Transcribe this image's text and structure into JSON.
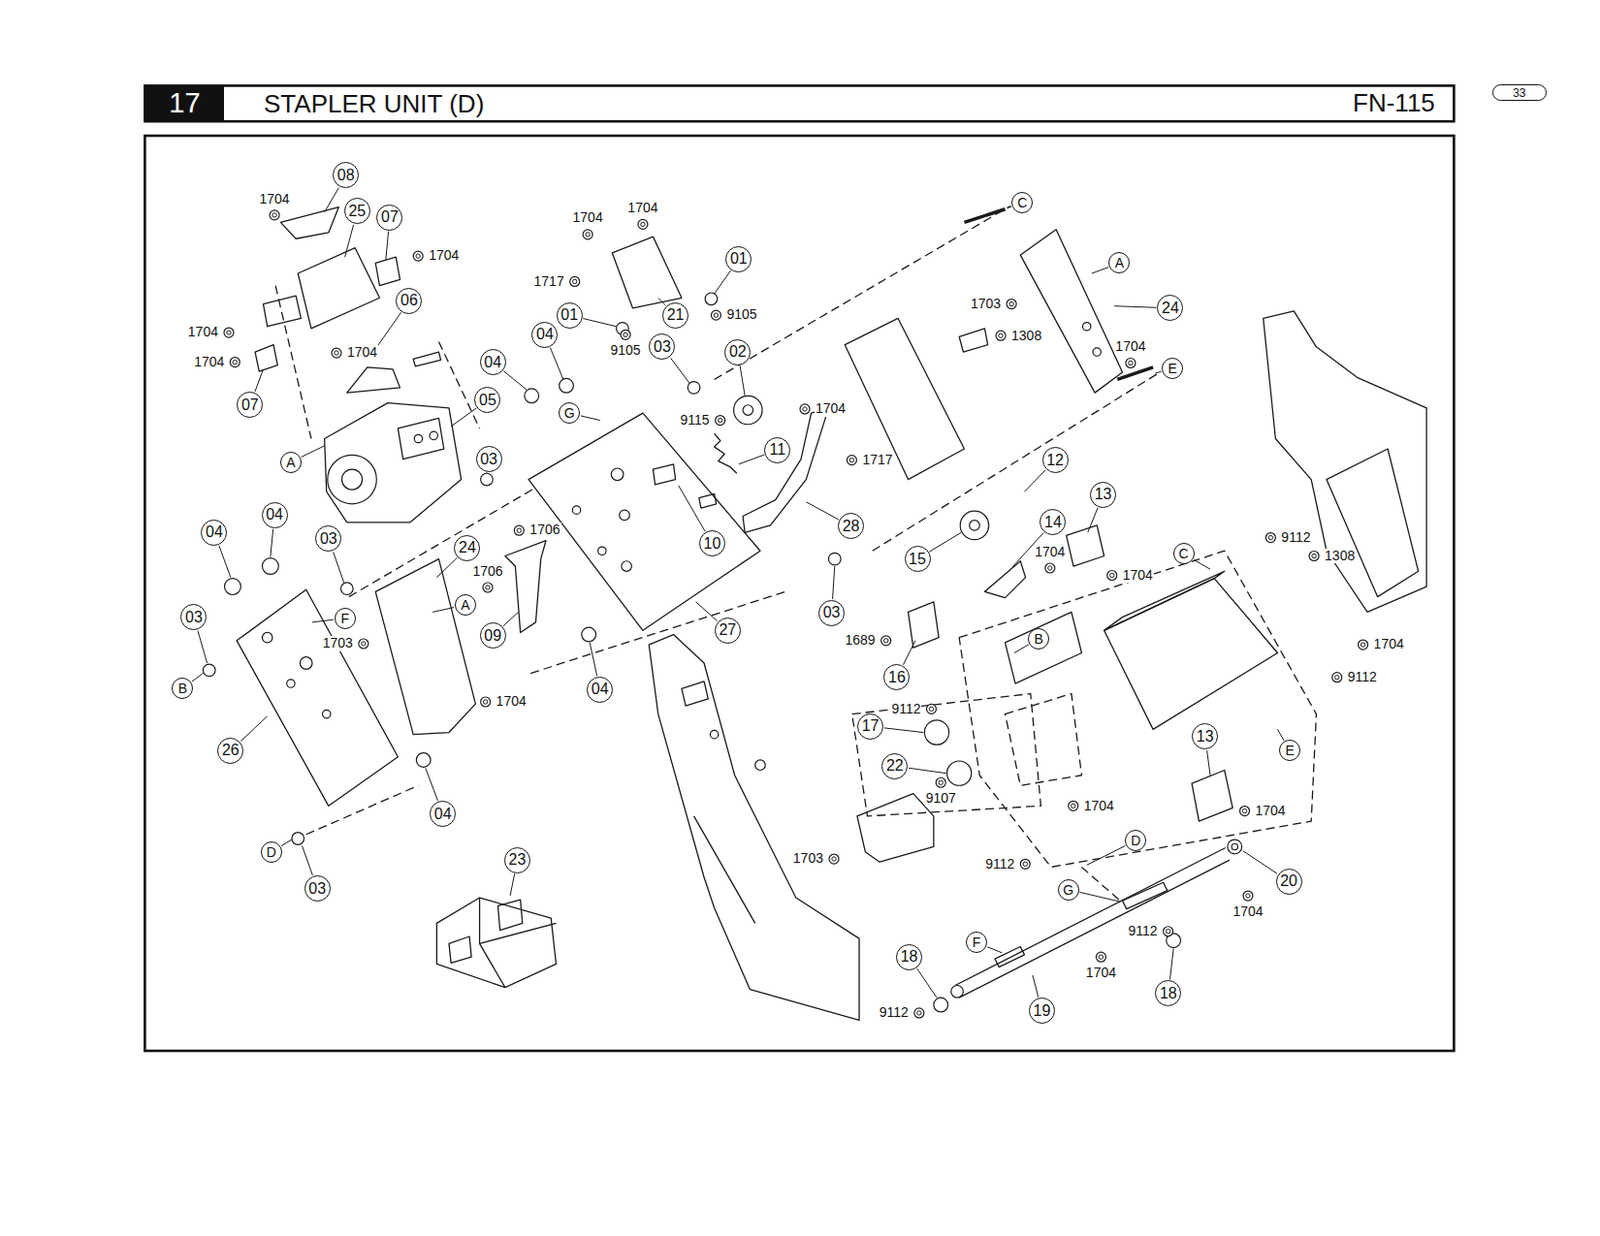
{
  "diagram": {
    "title": "STAPLER UNIT (D)",
    "nodes": [
      {
        "text": [
          "17"
        ]
      },
      {
        "text": [
          "33"
        ]
      },
      {
        "text": [
          "08"
        ]
      },
      {
        "text": [
          "25"
        ]
      },
      {
        "text": [
          "07"
        ]
      },
      {
        "text": [
          "06"
        ]
      },
      {
        "text": [
          "07"
        ]
      },
      {
        "text": [
          "05"
        ]
      },
      {
        "text": [
          "A"
        ]
      },
      {
        "text": [
          "01"
        ]
      },
      {
        "text": [
          "01"
        ]
      },
      {
        "text": [
          "21"
        ]
      },
      {
        "text": [
          "04"
        ]
      },
      {
        "text": [
          "04"
        ]
      },
      {
        "text": [
          "03"
        ]
      },
      {
        "text": [
          "02"
        ]
      },
      {
        "text": [
          "G"
        ]
      },
      {
        "text": [
          "11"
        ]
      },
      {
        "text": [
          "03"
        ]
      },
      {
        "text": [
          "C"
        ]
      },
      {
        "text": [
          "A"
        ]
      },
      {
        "text": [
          "24"
        ]
      },
      {
        "text": [
          "E"
        ]
      },
      {
        "text": [
          "12"
        ]
      },
      {
        "text": [
          "13"
        ]
      },
      {
        "text": [
          "14"
        ]
      },
      {
        "text": [
          "15"
        ]
      },
      {
        "text": [
          "28"
        ]
      },
      {
        "text": [
          "10"
        ]
      },
      {
        "text": [
          "04"
        ]
      },
      {
        "text": [
          "04"
        ]
      },
      {
        "text": [
          "03"
        ]
      },
      {
        "text": [
          "24"
        ]
      },
      {
        "text": [
          "A"
        ]
      },
      {
        "text": [
          "F"
        ]
      },
      {
        "text": [
          "03"
        ]
      },
      {
        "text": [
          "B"
        ]
      },
      {
        "text": [
          "09"
        ]
      },
      {
        "text": [
          "27"
        ]
      },
      {
        "text": [
          "03"
        ]
      },
      {
        "text": [
          "04"
        ]
      },
      {
        "text": [
          "C"
        ]
      },
      {
        "text": [
          "B"
        ]
      },
      {
        "text": [
          "16"
        ]
      },
      {
        "text": [
          "17"
        ]
      },
      {
        "text": [
          "22"
        ]
      },
      {
        "text": [
          "13"
        ]
      },
      {
        "text": [
          "E"
        ]
      },
      {
        "text": [
          "26"
        ]
      },
      {
        "text": [
          "04"
        ]
      },
      {
        "text": [
          "D"
        ]
      },
      {
        "text": [
          "03"
        ]
      },
      {
        "text": [
          "D"
        ]
      },
      {
        "text": [
          "G"
        ]
      },
      {
        "text": [
          "20"
        ]
      },
      {
        "text": [
          "23"
        ]
      },
      {
        "text": [
          "18"
        ]
      },
      {
        "text": [
          "F"
        ]
      },
      {
        "text": [
          "18"
        ]
      },
      {
        "text": [
          "19"
        ]
      }
    ],
    "labels": [
      "FN-115",
      "1704",
      "1704",
      "1704",
      "1704",
      "1704",
      "1704",
      "1704",
      "1717",
      "9105",
      "9105",
      "9115",
      "1704",
      "1717",
      "1703",
      "1308",
      "1704",
      "1706",
      "1706",
      "1703",
      "1704",
      "1704",
      "1704",
      "9112",
      "1308",
      "1689",
      "1704",
      "9112",
      "9112",
      "9107",
      "1704",
      "1704",
      "1703",
      "9112",
      "1704",
      "9112",
      "1704",
      "9112"
    ]
  }
}
